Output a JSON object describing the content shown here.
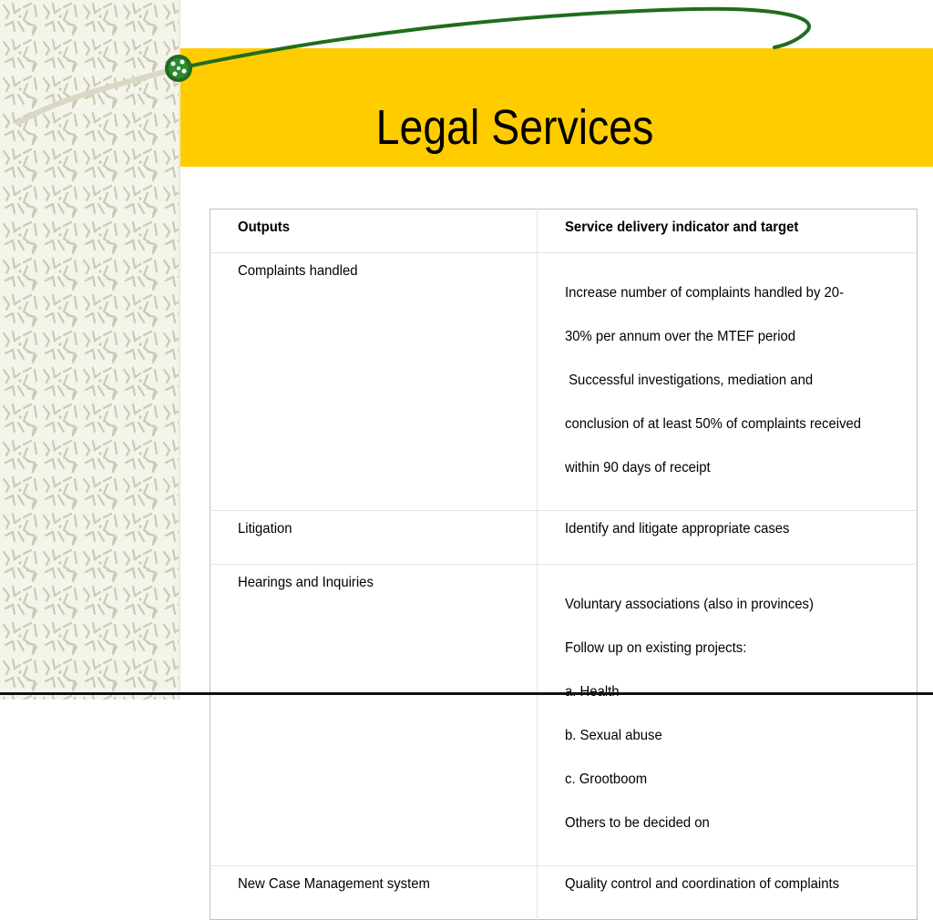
{
  "slide": {
    "title": "Legal Services",
    "colors": {
      "band": "#ffcc00",
      "swoosh": "#1f6d1f",
      "text": "#000000"
    }
  },
  "table": {
    "headers": [
      "Outputs",
      "Service delivery indicator and target"
    ],
    "rows": [
      {
        "output": "Complaints handled",
        "indicator_lines": [
          "Increase number of complaints handled by 20-",
          "30% per annum over the MTEF period",
          " Successful investigations, mediation and",
          "conclusion of at least 50% of complaints received",
          "within 90 days of receipt"
        ]
      },
      {
        "output": "Litigation",
        "indicator_lines": [
          "Identify and litigate appropriate cases"
        ]
      },
      {
        "output": "Hearings and Inquiries",
        "indicator_lines": [
          "Voluntary associations (also in provinces)",
          "Follow up on existing projects:",
          "a. Health",
          "b. Sexual abuse",
          "c. Grootboom",
          "Others to be decided on"
        ]
      },
      {
        "output": "New Case Management system",
        "indicator_lines": [
          "Quality control and coordination of complaints"
        ]
      }
    ]
  }
}
